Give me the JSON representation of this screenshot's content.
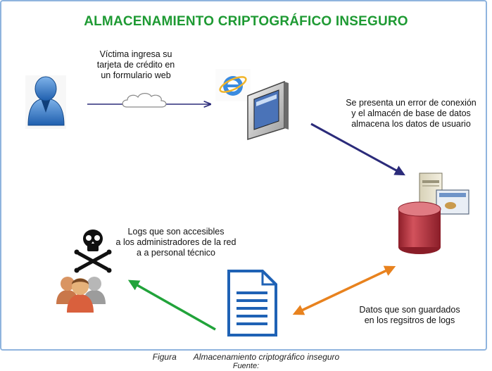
{
  "title": "ALMACENAMIENTO CRIPTOGRÁFICO INSEGURO",
  "labels": {
    "step1": [
      "Víctima ingresa su",
      "tarjeta de crédito en",
      "un formulario web"
    ],
    "step2": [
      "Se presenta un error de conexión",
      "y el almacén de base de datos",
      "almacena los datos de usuario"
    ],
    "step3": [
      "Datos que son guardados",
      "en los regsitros de logs"
    ],
    "step4": [
      "Logs que son accesibles",
      "a los administradores de la red",
      "a a personal técnico"
    ]
  },
  "caption": {
    "prefix": "Figura",
    "text": "Almacenamiento criptográfico inseguro",
    "source": "Fuente:"
  },
  "colors": {
    "title": "#1e9a33",
    "arrow_navy": "#2b2b7a",
    "arrow_orange": "#e8821e",
    "arrow_green": "#21a33a",
    "database": "#b8333e"
  },
  "icons": [
    "user-icon",
    "internet-explorer-icon",
    "cloud-icon",
    "monitor-icon",
    "server-icon",
    "database-icon",
    "document-icon",
    "skull-crossbones-icon",
    "group-users-icon"
  ]
}
